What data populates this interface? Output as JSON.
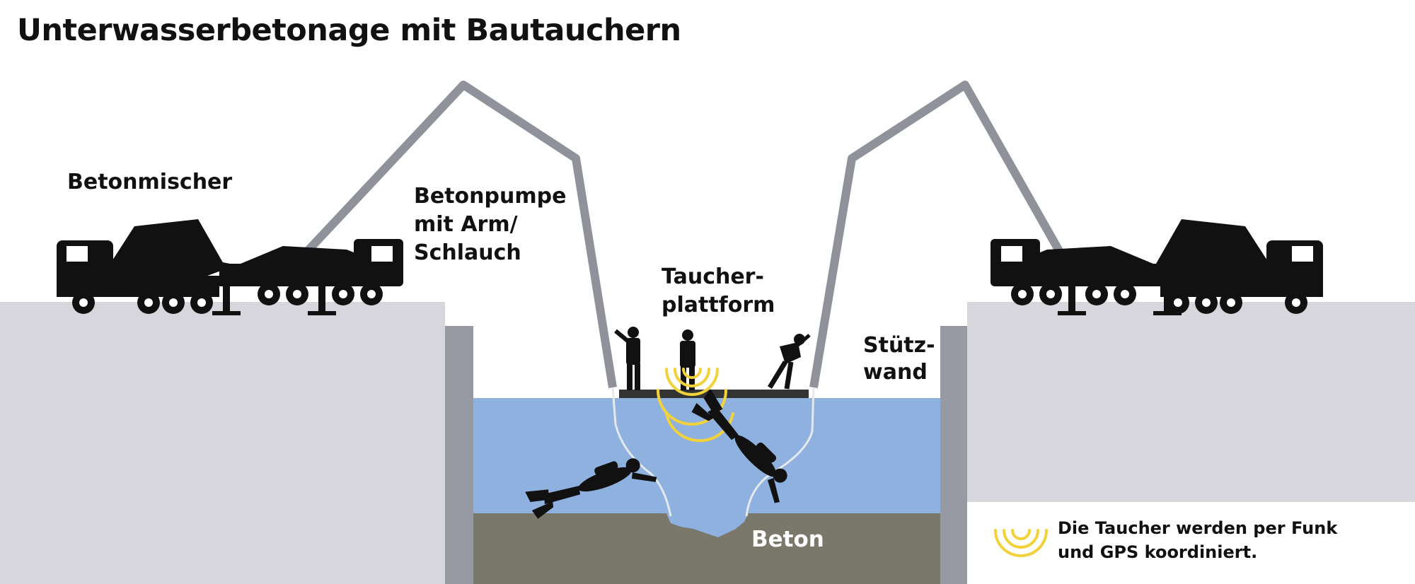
{
  "title": "Unterwasserbetonage mit Bautauchern",
  "labels": {
    "mixer": "Betonmischer",
    "pump": [
      "Betonpumpe",
      "mit Arm/",
      "Schlauch"
    ],
    "platform": [
      "Taucher-",
      "plattform"
    ],
    "wall": [
      "Stütz-",
      "wand"
    ],
    "concrete": "Beton"
  },
  "legend": {
    "text": [
      "Die Taucher werden per Funk",
      "und GPS koordiniert."
    ],
    "icon": "radio-signal-icon"
  },
  "colors": {
    "ground": "#d6d6dc",
    "wall": "#979aa2",
    "water": "#8fb1e0",
    "concrete": "#7a786a",
    "boom": "#8f929a",
    "signal": "#f2d23a",
    "silhouette": "#111111"
  }
}
